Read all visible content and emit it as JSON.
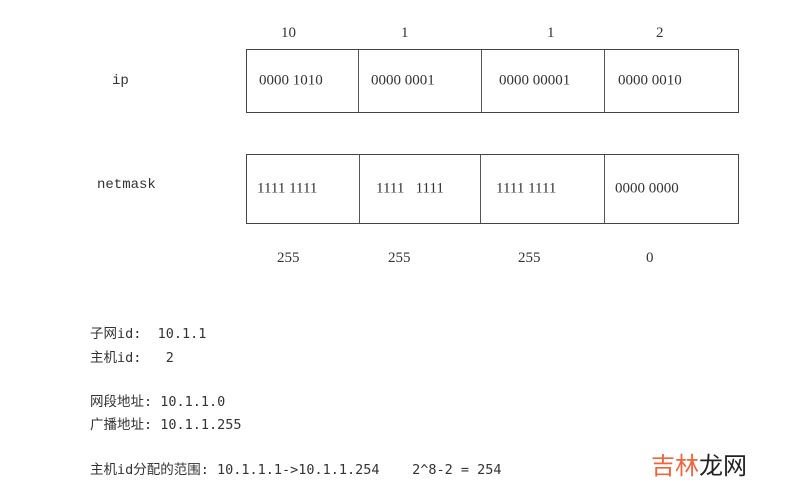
{
  "ip": {
    "label": "ip",
    "decimal": [
      "10",
      "1",
      "1",
      "2"
    ],
    "binary": [
      "0000 1010",
      "0000 0001",
      "0000 00001",
      "0000 0010"
    ]
  },
  "netmask": {
    "label": "netmask",
    "binary": [
      "1111 1111",
      "1111   1111",
      "1111 1111",
      "0000 0000"
    ],
    "decimal": [
      "255",
      "255",
      "255",
      "0"
    ]
  },
  "notes": {
    "subnet_id": "子网id:  10.1.1",
    "host_id": "主机id:   2",
    "network_address": "网段地址: 10.1.1.0",
    "broadcast_address": "广播地址: 10.1.1.255",
    "host_range": "主机id分配的范围: 10.1.1.1->10.1.1.254    2^8-2 = 254"
  },
  "watermark": {
    "part1": "吉林",
    "part2": "龙网",
    "color1": "#f0643c",
    "color2": "#222222"
  }
}
